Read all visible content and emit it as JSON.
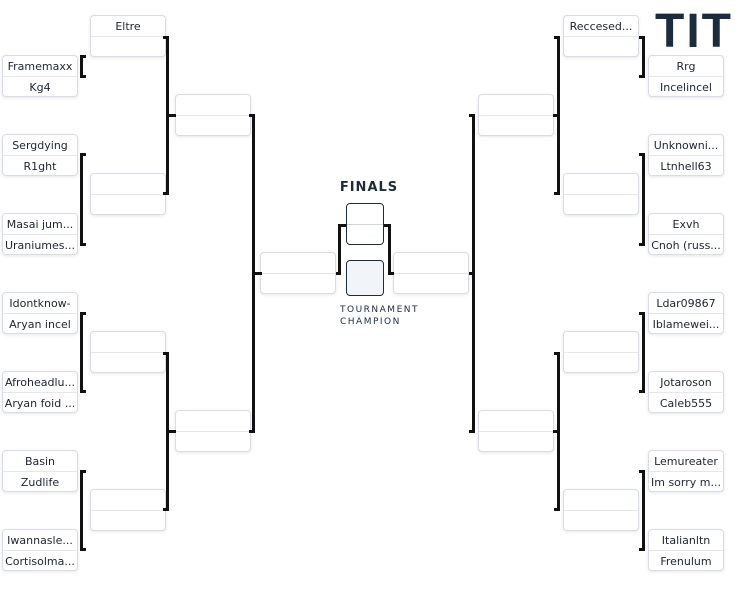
{
  "logo": "TIT",
  "finals": {
    "title": "FINALS",
    "champion_label": "TOURNAMENT CHAMPION"
  },
  "left": {
    "r1": [
      [
        "Framemaxx",
        "Kg4"
      ],
      [
        "Sergdying",
        "R1ght"
      ],
      [
        "Masai jum...",
        "Uraniumes..."
      ],
      [
        "Idontknow-",
        "Aryan incel"
      ],
      [
        "Afroheadlu...",
        "Aryan foid ..."
      ],
      [
        "Basin",
        "Zudlife"
      ],
      [
        "Iwannasle...",
        "Cortisolma..."
      ]
    ],
    "r2": [
      [
        "Eltre",
        ""
      ],
      [
        "",
        ""
      ],
      [
        "",
        ""
      ],
      [
        "",
        ""
      ]
    ],
    "r3": [
      [
        "",
        ""
      ],
      [
        "",
        ""
      ]
    ],
    "r4": [
      [
        "",
        ""
      ]
    ]
  },
  "right": {
    "r1": [
      [
        "Rrg",
        "Incelincel"
      ],
      [
        "Unknowni...",
        "Ltnhell63"
      ],
      [
        "Exvh",
        "Cnoh (russ..."
      ],
      [
        "Ldar09867",
        "Iblamewei..."
      ],
      [
        "Jotaroson",
        "Caleb555"
      ],
      [
        "Lemureater",
        "Im sorry m..."
      ],
      [
        "Italianltn",
        "Frenulum"
      ]
    ],
    "r2": [
      [
        "Reccesed...",
        ""
      ],
      [
        "",
        ""
      ],
      [
        "",
        ""
      ],
      [
        "",
        ""
      ]
    ],
    "r3": [
      [
        "",
        ""
      ],
      [
        "",
        ""
      ]
    ],
    "r4": [
      [
        "",
        ""
      ]
    ]
  }
}
